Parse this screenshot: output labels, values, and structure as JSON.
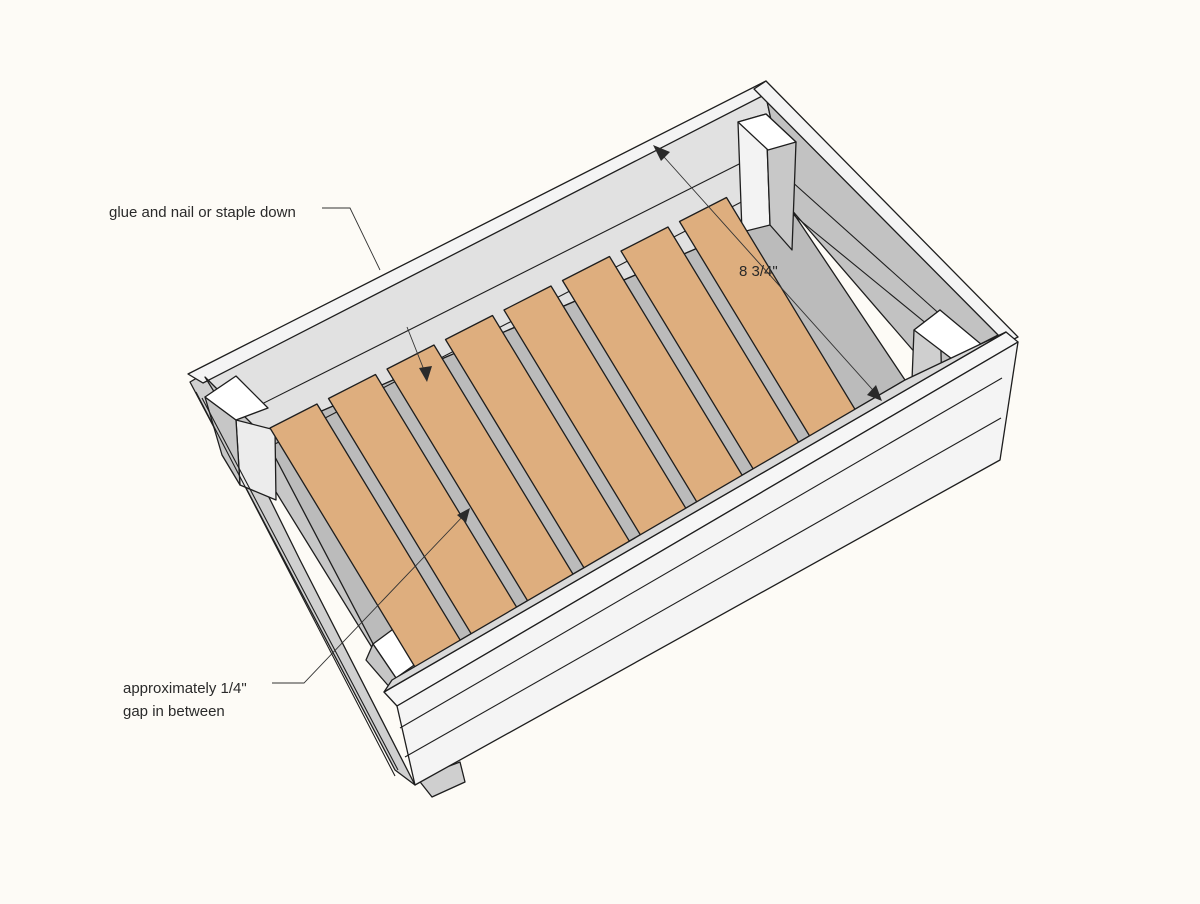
{
  "annotations": {
    "glue_note": "glue and nail or staple down",
    "dimension": "8 3/4\"",
    "gap_note_line1": "approximately 1/4\"",
    "gap_note_line2": "gap in between"
  },
  "slats": {
    "count": 8,
    "fill": "#deae7e",
    "edge": "#1e1e1e"
  },
  "colors": {
    "background": "#fdfbf6",
    "board_light": "#f4f4f4",
    "board_mid": "#dcdcdc",
    "board_dark": "#bdbdbd",
    "outline": "#1e1e1e",
    "leader": "#333333"
  }
}
